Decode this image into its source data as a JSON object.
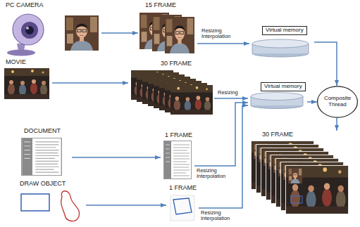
{
  "diagram": {
    "nodes": [
      {
        "text": [
          "PC CAMERA"
        ]
      },
      {
        "text": [
          "15 FRAME"
        ]
      },
      {
        "text": [
          "MOVIE"
        ]
      },
      {
        "text": [
          "30 FRAME"
        ]
      },
      {
        "text": [
          "DOCUMENT"
        ]
      },
      {
        "text": [
          "1 FRAME"
        ]
      },
      {
        "text": [
          "DRAW OBJECT"
        ]
      },
      {
        "text": [
          "1 FRAME"
        ]
      },
      {
        "text": [
          "Virtual memory"
        ]
      },
      {
        "text": [
          "Virtual memory"
        ]
      },
      {
        "text": [
          "Composite Thread"
        ]
      },
      {
        "text": [
          "30 FRAME"
        ]
      }
    ],
    "edges": [
      {
        "from": 0,
        "to": 1,
        "arrow": "to"
      },
      {
        "from": 2,
        "to": 3,
        "arrow": "to"
      },
      {
        "from": 4,
        "to": 5,
        "arrow": "to"
      },
      {
        "from": 6,
        "to": 7,
        "arrow": "to"
      },
      {
        "from": 1,
        "to": 8,
        "label": "Resizing Interpolation",
        "arrow": "to"
      },
      {
        "from": 3,
        "to": 9,
        "label": "Resizing",
        "arrow": "to"
      },
      {
        "from": 5,
        "to": 9,
        "label": "Resizing Interpolation",
        "arrow": "to"
      },
      {
        "from": 7,
        "to": 9,
        "label": "Resizing Interpolation",
        "arrow": "to"
      },
      {
        "from": 8,
        "to": 10,
        "arrow": "to"
      },
      {
        "from": 9,
        "to": 10,
        "arrow": "to"
      },
      {
        "from": 10,
        "to": 11,
        "arrow": "to"
      }
    ]
  }
}
